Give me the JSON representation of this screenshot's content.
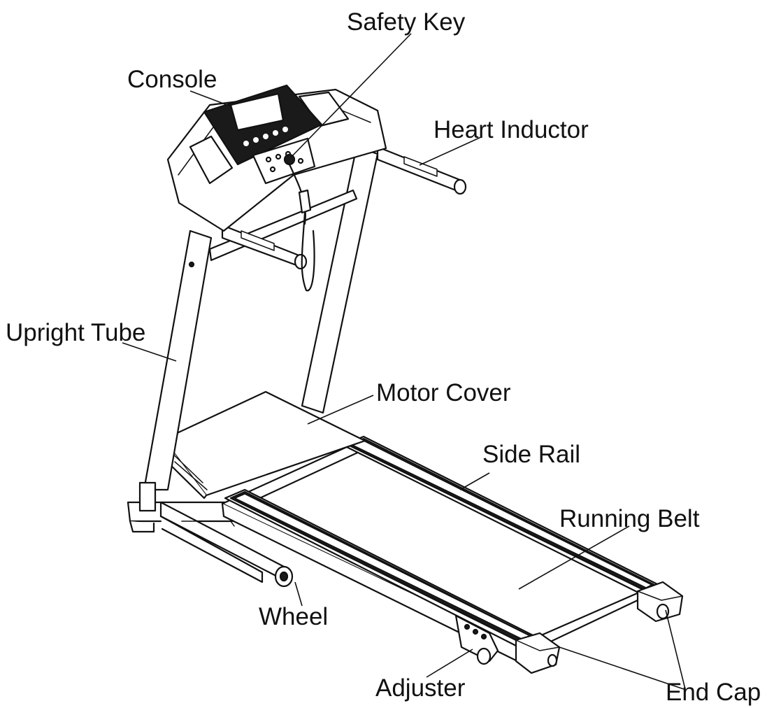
{
  "labels": {
    "safety_key": "Safety Key",
    "console": "Console",
    "heart_inductor": "Heart Inductor",
    "upright_tube": "Upright Tube",
    "motor_cover": "Motor Cover",
    "side_rail": "Side Rail",
    "running_belt": "Running Belt",
    "wheel": "Wheel",
    "adjuster": "Adjuster",
    "end_cap": "End Cap"
  },
  "colors": {
    "line": "#111111",
    "background": "#ffffff",
    "console_dark": "#1a1a1a"
  }
}
